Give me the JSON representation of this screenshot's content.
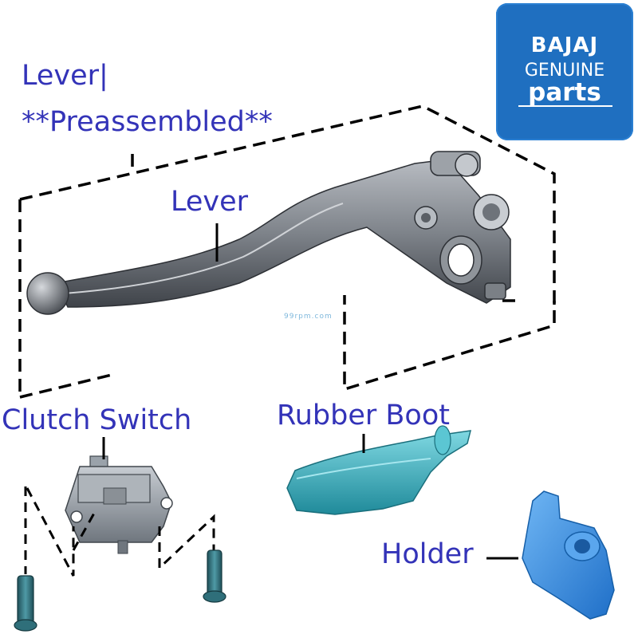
{
  "labels": {
    "preassembled_line1": "Lever|",
    "preassembled_line2": "**Preassembled**",
    "lever": "Lever",
    "clutch_switch": "Clutch Switch",
    "rubber_boot": "Rubber Boot",
    "holder": "Holder"
  },
  "badge": {
    "brand": "BAJAJ",
    "line2": "GENUINE",
    "line3": "parts"
  },
  "watermark": "99rpm.com",
  "colors": {
    "label_text": "#3333b8",
    "badge_bg": "#1f6fc0",
    "lever_metal": "#8a8f96",
    "rubber_boot": "#3fb4c4",
    "holder": "#3d8fe0",
    "clutch_switch": "#9aa2aa",
    "pin": "#2f6f7a",
    "dashed_line": "#000000"
  },
  "icons": [
    "lever-part",
    "clutch-switch-part",
    "rubber-boot-part",
    "holder-part",
    "pin-part"
  ]
}
